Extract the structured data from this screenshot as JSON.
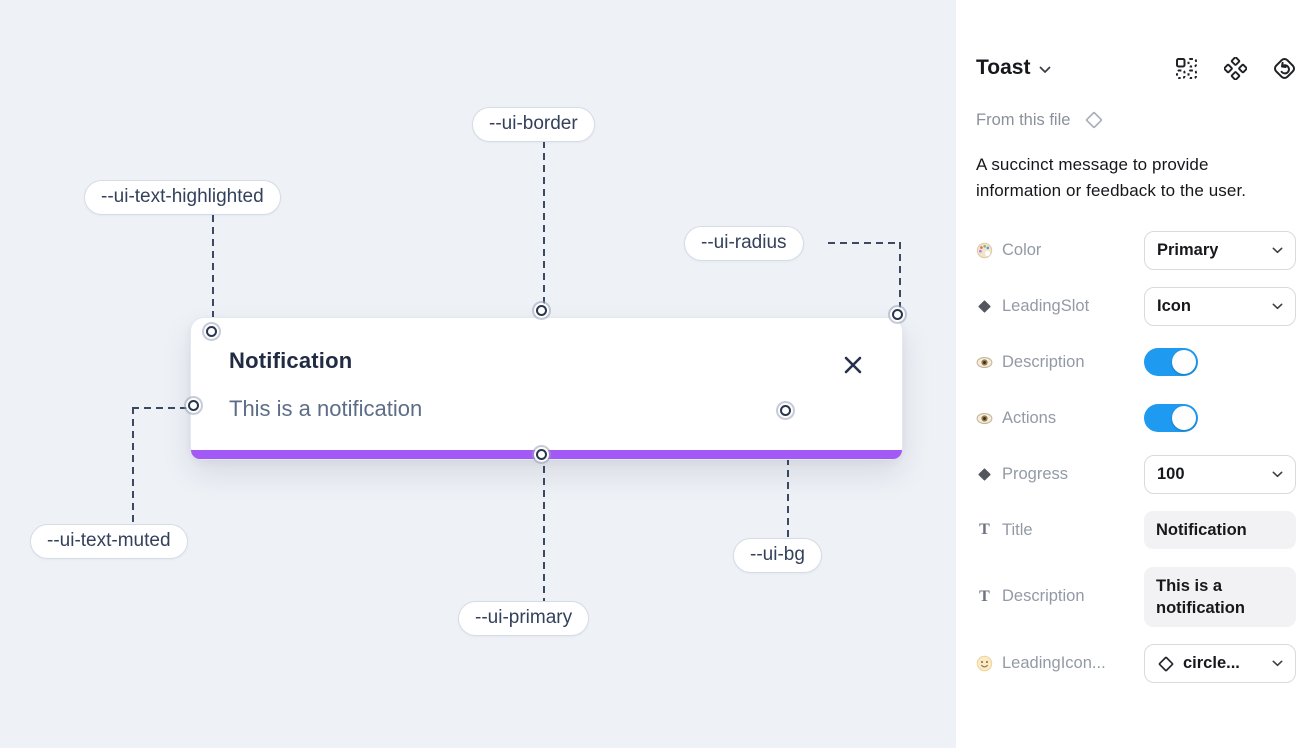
{
  "canvas": {
    "toast": {
      "title": "Notification",
      "description": "This is a notification"
    },
    "labels": {
      "border": "--ui-border",
      "text_highlighted": "--ui-text-highlighted",
      "radius": "--ui-radius",
      "text_muted": "--ui-text-muted",
      "primary": "--ui-primary",
      "bg": "--ui-bg"
    },
    "colors": {
      "canvas_background": "#eef1f6",
      "primary_bar": "#a259f6",
      "annotation_line": "#3b4963"
    }
  },
  "panel": {
    "title": "Toast",
    "source": "From this file",
    "description": "A succinct message to provide information or feedback to the user.",
    "properties": [
      {
        "icon": "palette-icon",
        "label": "Color",
        "control": "dropdown",
        "value": "Primary"
      },
      {
        "icon": "diamond-icon",
        "label": "LeadingSlot",
        "control": "dropdown",
        "value": "Icon"
      },
      {
        "icon": "eye-icon",
        "label": "Description",
        "control": "toggle",
        "value": "on"
      },
      {
        "icon": "eye-icon",
        "label": "Actions",
        "control": "toggle",
        "value": "on"
      },
      {
        "icon": "diamond-icon",
        "label": "Progress",
        "control": "dropdown",
        "value": "100"
      },
      {
        "icon": "text-icon",
        "label": "Title",
        "control": "textfield",
        "value": "Notification"
      },
      {
        "icon": "text-icon",
        "label": "Description",
        "control": "textfield",
        "value": "This is a notification"
      },
      {
        "icon": "smiley-icon",
        "label": "LeadingIcon...",
        "control": "dropdown",
        "value": "circle..."
      }
    ],
    "colors": {
      "toggle_on": "#1e9bf0"
    }
  }
}
